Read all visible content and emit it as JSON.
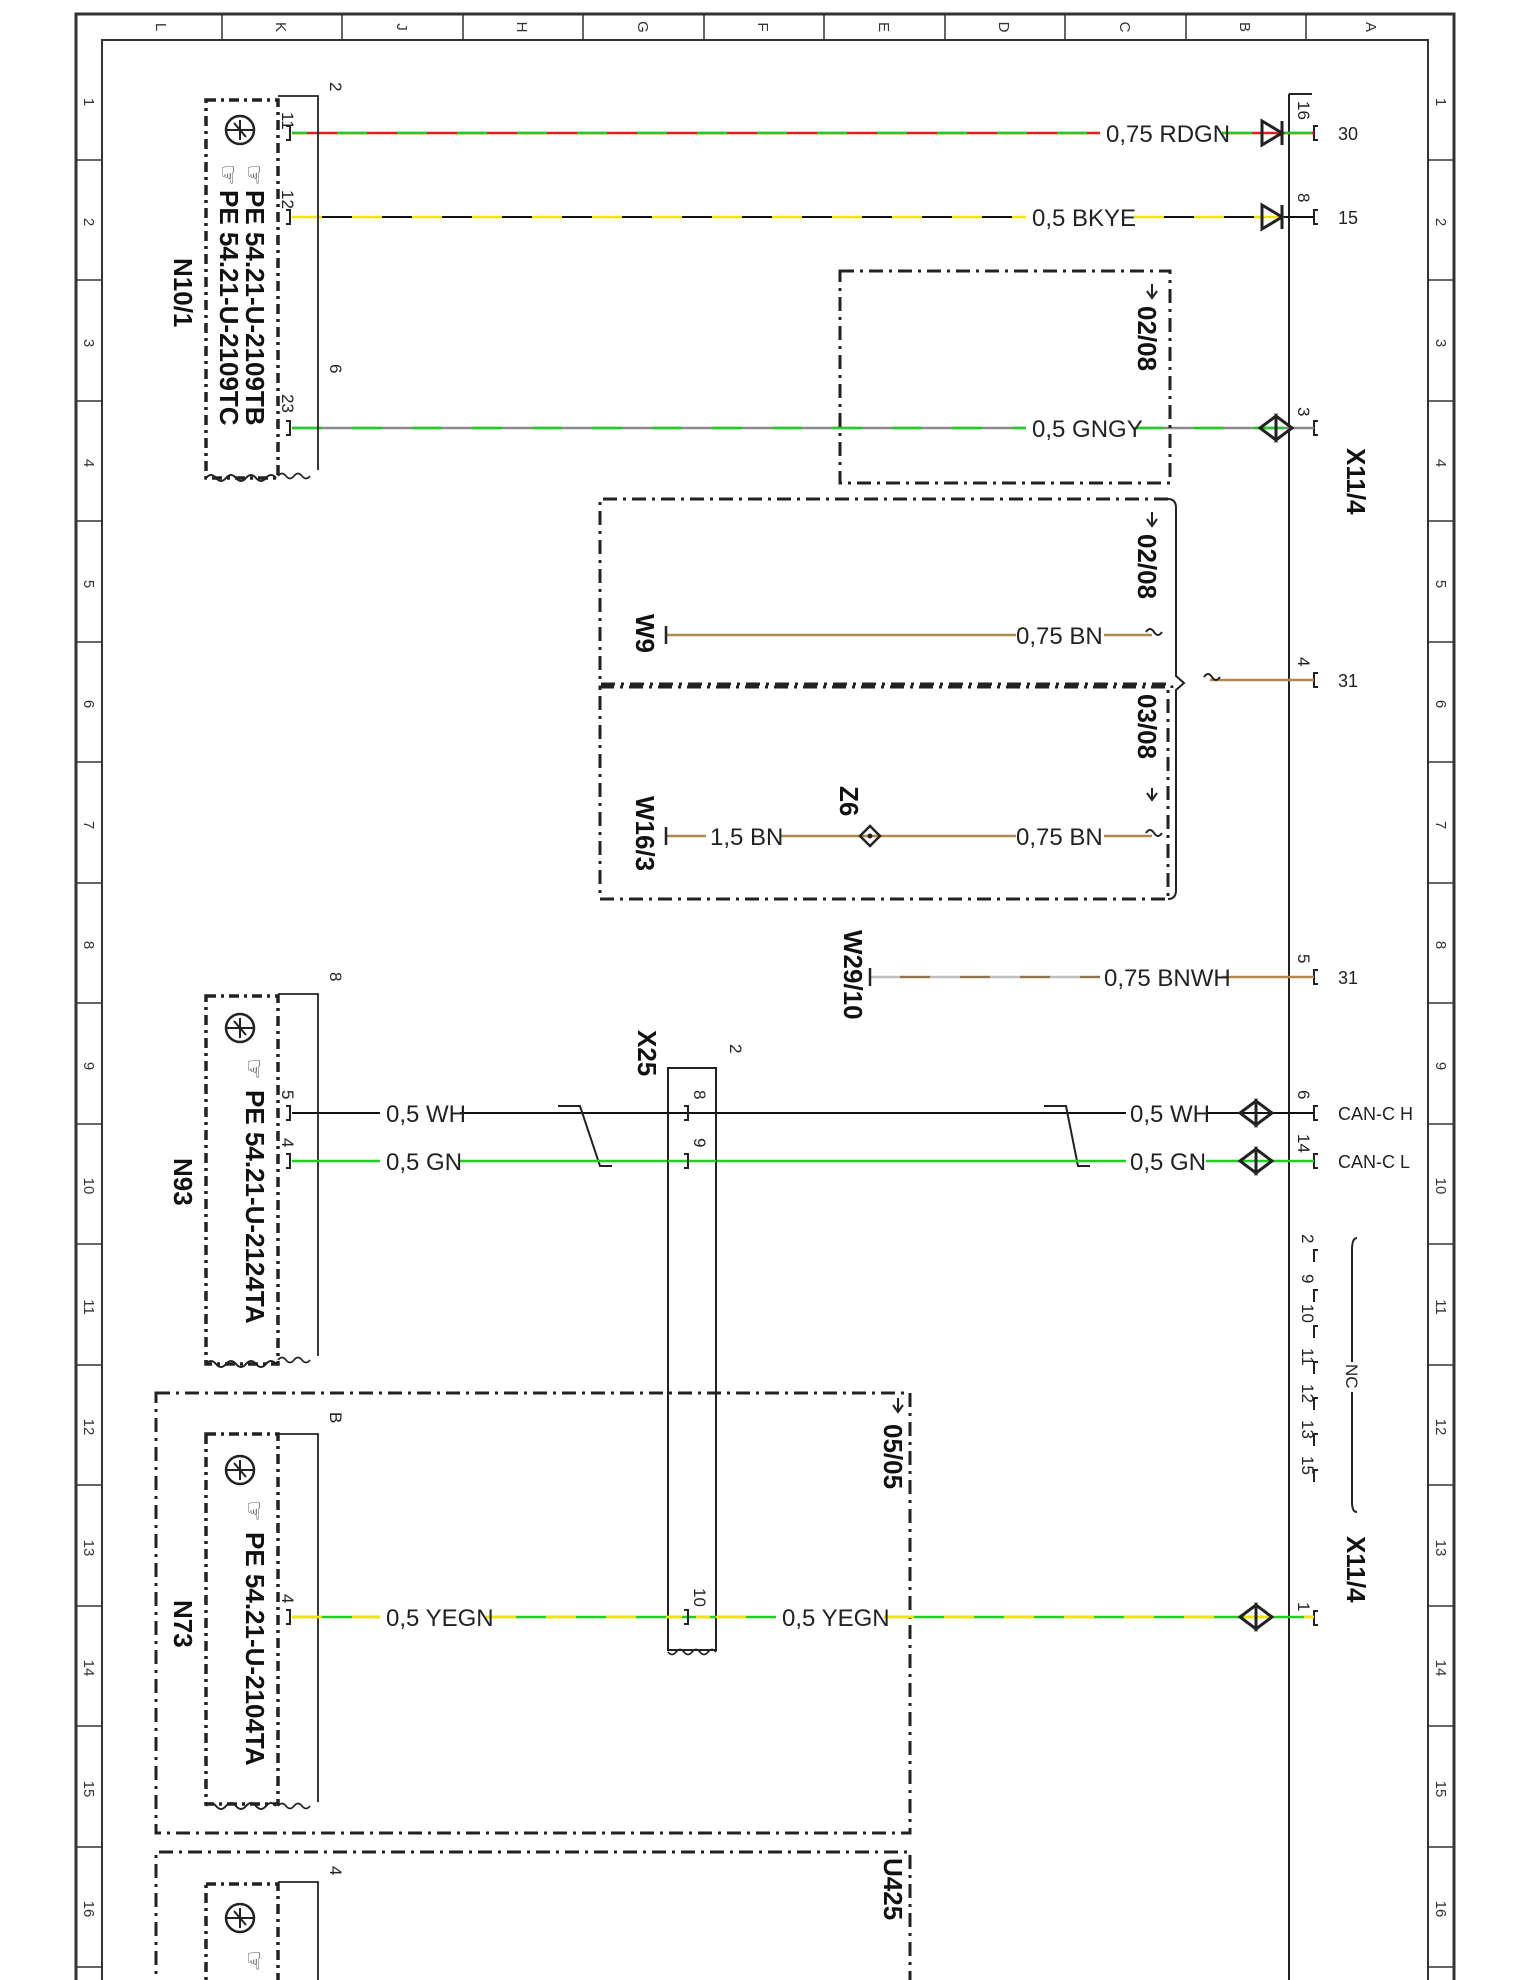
{
  "frame": {
    "columns": [
      "L",
      "K",
      "J",
      "H",
      "G",
      "F",
      "E",
      "D",
      "C",
      "B",
      "A"
    ],
    "rows": [
      "1",
      "2",
      "3",
      "4",
      "5",
      "6",
      "7",
      "8",
      "9",
      "10",
      "11",
      "12",
      "13",
      "14",
      "15",
      "16"
    ]
  },
  "connectors": {
    "x11_top": "X11/4",
    "x11_bottom": "X11/4",
    "x25": "X25",
    "x25_number": "2"
  },
  "pins_right": {
    "p16": "16",
    "p8": "8",
    "p3": "3",
    "p4": "4",
    "p5": "5",
    "p6": "6",
    "p14": "14",
    "p1": "1",
    "nc_pins": [
      "2",
      "9",
      "10",
      "11",
      "12",
      "13",
      "15"
    ]
  },
  "signals": {
    "s30": "30",
    "s15": "15",
    "s31a": "31",
    "s31b": "31",
    "canh": "CAN-C H",
    "canl": "CAN-C L",
    "nc": "NC"
  },
  "wires": {
    "rdgn": "0,75 RDGN",
    "bkye": "0,5 BKYE",
    "gngy": "0,5 GNGY",
    "bn_w9": "0,75 BN",
    "bn_w16": "0,75 BN",
    "bn_15": "1,5 BN",
    "bnwh": "0,75 BNWH",
    "wh_l": "0,5 WH",
    "gn_l": "0,5 GN",
    "wh_r": "0,5 WH",
    "gn_r": "0,5 GN",
    "yegn_l": "0,5 YEGN",
    "yegn_r": "0,5 YEGN"
  },
  "refs": {
    "r1": "02/08",
    "r2": "02/08",
    "r3": "03/08",
    "r4": "05/05"
  },
  "grounds": {
    "w9": "W9",
    "w16": "W16/3",
    "z6": "Z6",
    "w29": "W29/10"
  },
  "modules": {
    "n10": {
      "name": "N10/1",
      "conn": "2",
      "conn2": "6",
      "pin11": "11",
      "pin12": "12",
      "pin23": "23",
      "code1": "PE 54.21-U-2109TB",
      "code2": "PE 54.21-U-2109TC"
    },
    "n93": {
      "name": "N93",
      "conn": "8",
      "pin5": "5",
      "pin4": "4",
      "code": "PE 54.21-U-2124TA"
    },
    "n73": {
      "name": "N73",
      "conn": "B",
      "pin4": "4",
      "code": "PE 54.21-U-2104TA"
    },
    "u425": {
      "name": "U425",
      "conn": "4"
    }
  },
  "x25_pins": {
    "p8": "8",
    "p9": "9",
    "p10": "10"
  },
  "colors": {
    "red": "#e02020",
    "green": "#22cc22",
    "yellow": "#f2e600",
    "black": "#111111",
    "grey": "#8a8a8a",
    "brown": "#b08850"
  }
}
